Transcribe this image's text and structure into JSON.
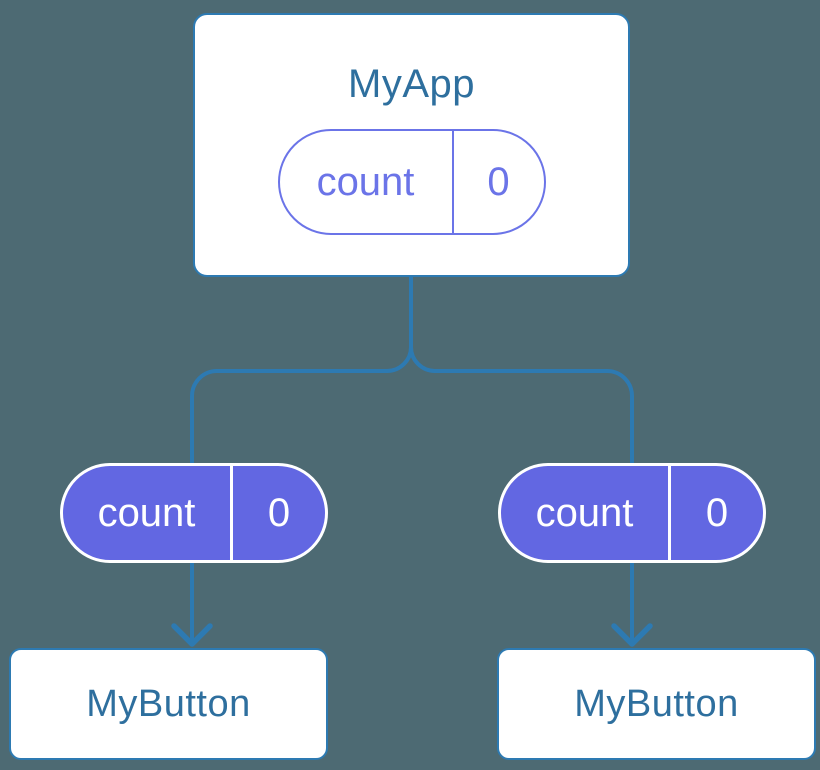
{
  "colors": {
    "background": "#4d6a73",
    "connector": "#2d7ab2",
    "heading": "#2e6f9e",
    "purple_fill": "#6267e2",
    "purple_outline": "#6b74e8",
    "card_bg": "#ffffff"
  },
  "diagram": {
    "root": {
      "title": "MyApp",
      "state": {
        "name": "count",
        "value": "0"
      }
    },
    "children": [
      {
        "title": "MyButton",
        "prop": {
          "name": "count",
          "value": "0"
        }
      },
      {
        "title": "MyButton",
        "prop": {
          "name": "count",
          "value": "0"
        }
      }
    ]
  }
}
